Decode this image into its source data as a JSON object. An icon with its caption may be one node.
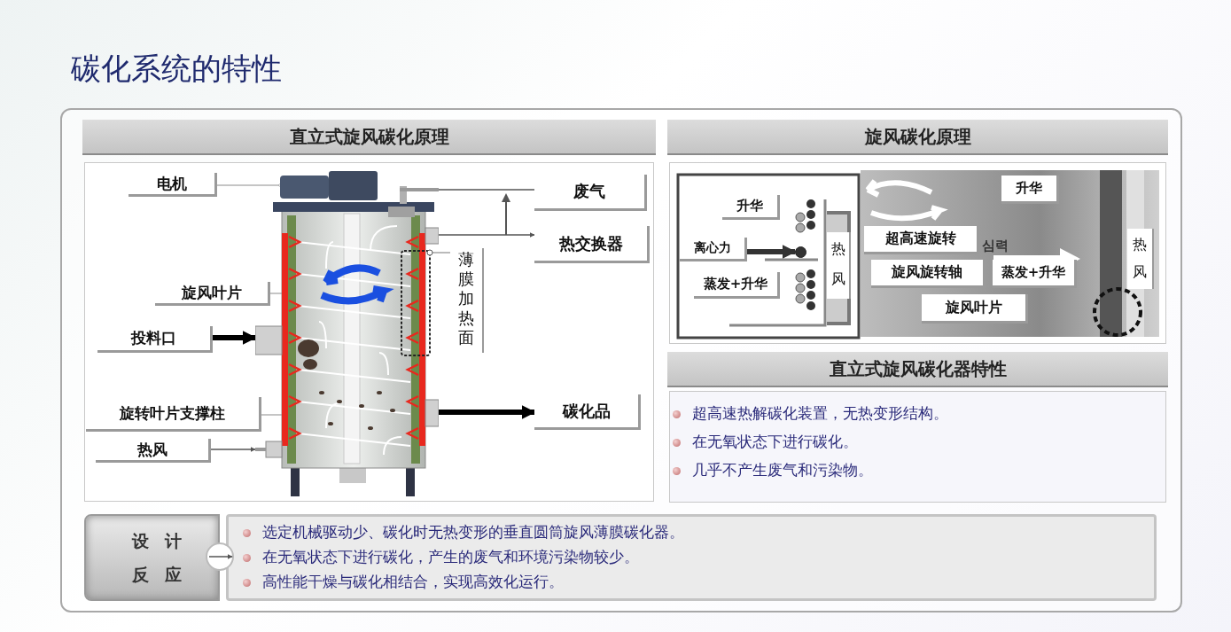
{
  "diagram": {
    "title": "碳化系统的特性",
    "nodes": [
      {
        "text": [
          "直立式旋风碳化原理"
        ]
      },
      {
        "text": [
          "电机"
        ],
        "in": 0
      },
      {
        "text": [
          "废气"
        ],
        "in": 0
      },
      {
        "text": [
          "热交换器"
        ],
        "in": 0
      },
      {
        "text": [
          "旋风叶片"
        ],
        "in": 0
      },
      {
        "text": [
          "薄膜加热面"
        ],
        "in": 0
      },
      {
        "text": [
          "投料口"
        ],
        "in": 0
      },
      {
        "text": [
          "旋转叶片支撑柱"
        ],
        "in": 0
      },
      {
        "text": [
          "碳化品"
        ],
        "in": 0
      },
      {
        "text": [
          "热风"
        ],
        "in": 0
      },
      {
        "text": [],
        "shape": "picture",
        "in": 0
      },
      {
        "text": [
          "旋风碳化原理"
        ]
      },
      {
        "text": [
          "升华"
        ],
        "in": 11
      },
      {
        "text": [
          "离心力"
        ],
        "in": 11
      },
      {
        "text": [
          "蒸发+升华"
        ],
        "in": 11
      },
      {
        "text": [
          "热风"
        ],
        "in": 11
      },
      {
        "text": [
          "超高速旋转"
        ],
        "in": 11
      },
      {
        "text": [
          "旋风旋转轴"
        ],
        "in": 11
      },
      {
        "text": [
          "升华"
        ],
        "in": 11
      },
      {
        "text": [
          "蒸发+升华"
        ],
        "in": 11
      },
      {
        "text": [
          "热风"
        ],
        "in": 11
      },
      {
        "text": [
          "旋风叶片"
        ],
        "in": 11
      },
      {
        "text": [
          "直立式旋风碳化器特性",
          "超高速热解碳化装置，无热变形结构。",
          "在无氧状态下进行碳化。",
          "几乎不产生废气和污染物。"
        ]
      },
      {
        "text": [
          "设计反应"
        ]
      },
      {
        "text": [
          "选定机械驱动少、碳化时无热变形的垂直圆筒旋风薄膜碳化器。",
          "在无氧状态下进行碳化，产生的废气和环境污染物较少。",
          "高性能干燥与碳化相结合，实现高效化运行。"
        ]
      },
      {
        "text": [],
        "shape": "circle",
        "in": 11
      }
    ],
    "edges": [
      {
        "from": 1,
        "to": 10,
        "arrow": "other",
        "color": "#8c8c8c"
      },
      {
        "from": 4,
        "to": 10,
        "arrow": "other",
        "color": "#8c8c8c"
      },
      {
        "from": 5,
        "to": 10,
        "arrow": "other",
        "color": "#8c8c8c"
      },
      {
        "from": 7,
        "to": 10,
        "arrow": "other",
        "color": "#8c8c8c"
      },
      {
        "from": 6,
        "to": 10,
        "arrow": "to",
        "style": "thick",
        "color": "#000000"
      },
      {
        "from": 9,
        "to": 10,
        "arrow": "to"
      },
      {
        "from": 10,
        "to": 8,
        "arrow": "to",
        "style": "thick",
        "color": "#000000"
      },
      {
        "from": 10,
        "to": 3,
        "arrow": "to"
      },
      {
        "from": 10,
        "to": 2,
        "arrow": "none"
      },
      {
        "from": 23,
        "to": 24,
        "arrow": "to"
      },
      {
        "from": 13,
        "to": 25,
        "arrow": "to",
        "style": "thick",
        "color": "#333333"
      }
    ],
    "labels": [
      "심력"
    ]
  }
}
